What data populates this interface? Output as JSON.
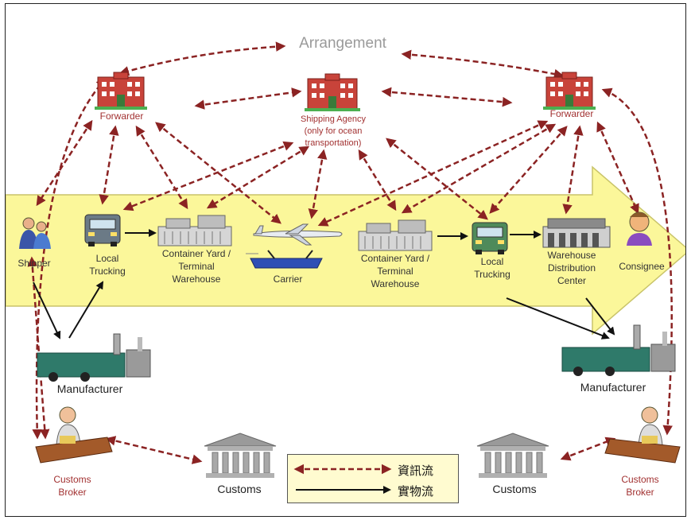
{
  "title": "Arrangement",
  "nodes": {
    "forwarder_left": "Forwarder",
    "forwarder_right": "Forwarder",
    "shipping_agency": [
      "Shipping Agency",
      "(only for ocean",
      "transportation)"
    ],
    "shipper": "Shipper",
    "local_trucking_left": [
      "Local",
      "Trucking"
    ],
    "container_yard_left": [
      "Container Yard /",
      "Terminal",
      "Warehouse"
    ],
    "carrier": "Carrier",
    "container_yard_right": [
      "Container Yard /",
      "Terminal",
      "Warehouse"
    ],
    "local_trucking_right": [
      "Local",
      "Trucking"
    ],
    "warehouse_distribution": [
      "Warehouse",
      "Distribution",
      "Center"
    ],
    "consignee": "Consignee",
    "manufacturer_left": "Manufacturer",
    "manufacturer_right": "Manufacturer",
    "customs_broker_left": [
      "Customs",
      "Broker"
    ],
    "customs_broker_right": [
      "Customs",
      "Broker"
    ],
    "customs_left": "Customs",
    "customs_right": "Customs"
  },
  "legend": {
    "information_flow": "資訊流",
    "goods_flow": "實物流"
  },
  "colors": {
    "info_arrow": "#8b2323",
    "goods_arrow": "#111111",
    "band": "#fbf79a",
    "band_border": "#c9c46a",
    "building": "#c8433a",
    "customs": "#8c8c8c"
  }
}
